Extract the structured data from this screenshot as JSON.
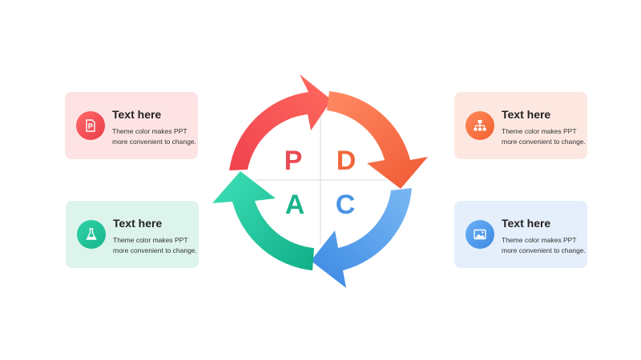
{
  "cycle": {
    "letters": {
      "p": "P",
      "d": "D",
      "a": "A",
      "c": "C"
    },
    "colors": {
      "p": "#e94a52",
      "d": "#f0673b",
      "a": "#19b48b",
      "c": "#4a94e4"
    }
  },
  "cards": {
    "p": {
      "title": "Text here",
      "body": "Theme color makes PPT more convenient to change.",
      "icon": "document-p-icon",
      "color": "#ea4a52"
    },
    "d": {
      "title": "Text here",
      "body": "Theme color makes PPT more convenient to change.",
      "icon": "org-chart-icon",
      "color": "#f26a3a"
    },
    "a": {
      "title": "Text here",
      "body": "Theme color makes PPT more convenient to change.",
      "icon": "flask-icon",
      "color": "#1cb98e"
    },
    "c": {
      "title": "Text here",
      "body": "Theme color makes PPT more convenient to change.",
      "icon": "image-icon",
      "color": "#4a94e4"
    }
  }
}
